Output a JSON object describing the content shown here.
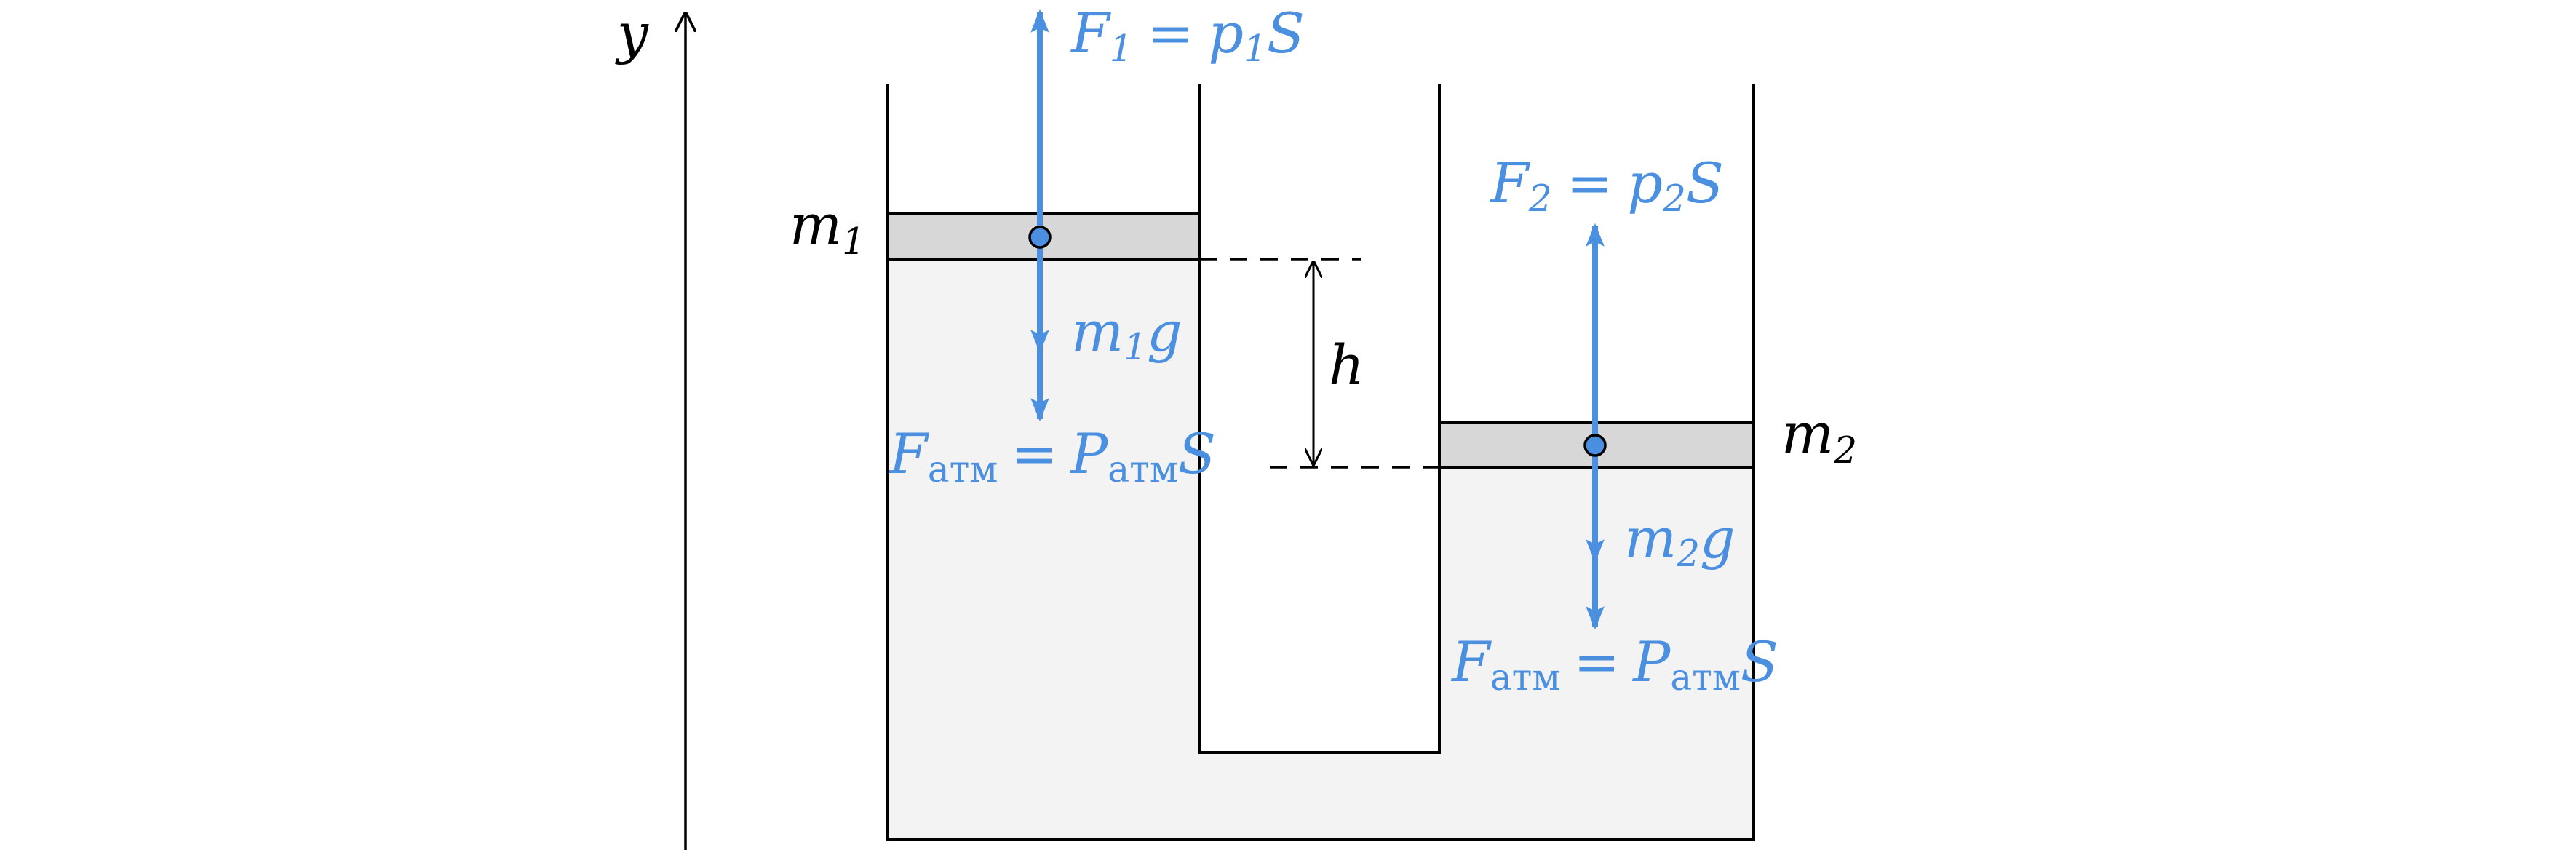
{
  "colors": {
    "force": "#4a8fe0",
    "liquid": "#f3f3f3",
    "piston": "#d7d7d7",
    "outline": "#000000",
    "text": "#000000"
  },
  "labels": {
    "axis_y": "y",
    "f1_lhs": "F",
    "f1_lhs_sub": "1",
    "f1_rhs": "p",
    "f1_rhs_sub": "1",
    "f1_rhs_tail": "S",
    "f2_lhs": "F",
    "f2_lhs_sub": "2",
    "f2_rhs": "p",
    "f2_rhs_sub": "2",
    "f2_rhs_tail": "S",
    "m1": "m",
    "m1_sub": "1",
    "m2": "m",
    "m2_sub": "2",
    "w1": "m",
    "w1_sub": "1",
    "w1_tail": "g",
    "w2": "m",
    "w2_sub": "2",
    "w2_tail": "g",
    "fa1_lhs": "F",
    "fa1_lhs_sub": "атм",
    "fa1_rhs": "P",
    "fa1_rhs_sub": "атм",
    "fa1_rhs_tail": "S",
    "fa2_lhs": "F",
    "fa2_lhs_sub": "атм",
    "fa2_rhs": "P",
    "fa2_rhs_sub": "атм",
    "fa2_rhs_tail": "S",
    "equals": "=",
    "height": "h"
  }
}
